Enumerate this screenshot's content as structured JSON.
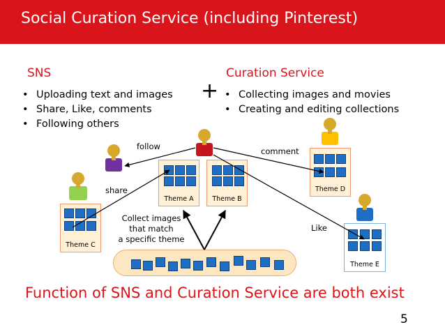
{
  "header": {
    "title": "Social Curation Service (including Pinterest)",
    "bg_color": "#d9141a"
  },
  "sns": {
    "title": "SNS",
    "bullets": [
      "Uploading text and images",
      "Share, Like, comments",
      "Following others"
    ]
  },
  "plus_sign": "+",
  "curation": {
    "title": "Curation Service",
    "bullets": [
      "Collecting images and movies",
      "Creating and editing collections"
    ]
  },
  "diagram": {
    "labels": {
      "follow": "follow",
      "share": "share",
      "comment": "comment",
      "like": "Like",
      "collect": [
        "Collect images",
        "that match",
        "a specific theme"
      ]
    },
    "themes": {
      "a": "Theme A",
      "b": "Theme B",
      "c": "Theme C",
      "d": "Theme D",
      "e": "Theme E"
    },
    "user_colors": {
      "center": "#c4161c",
      "purple": "#7030a0",
      "green": "#92d050",
      "yellow": "#ffc000",
      "blue": "#1e6fc4",
      "head": "#d6a92c"
    },
    "card_colors": {
      "orange_fill": "#fff0d8",
      "blue_fill": "#ffffff",
      "tile": "#1e6fc4"
    }
  },
  "footer": {
    "statement": "Function of SNS and Curation Service are both exist",
    "page_number": "5"
  }
}
